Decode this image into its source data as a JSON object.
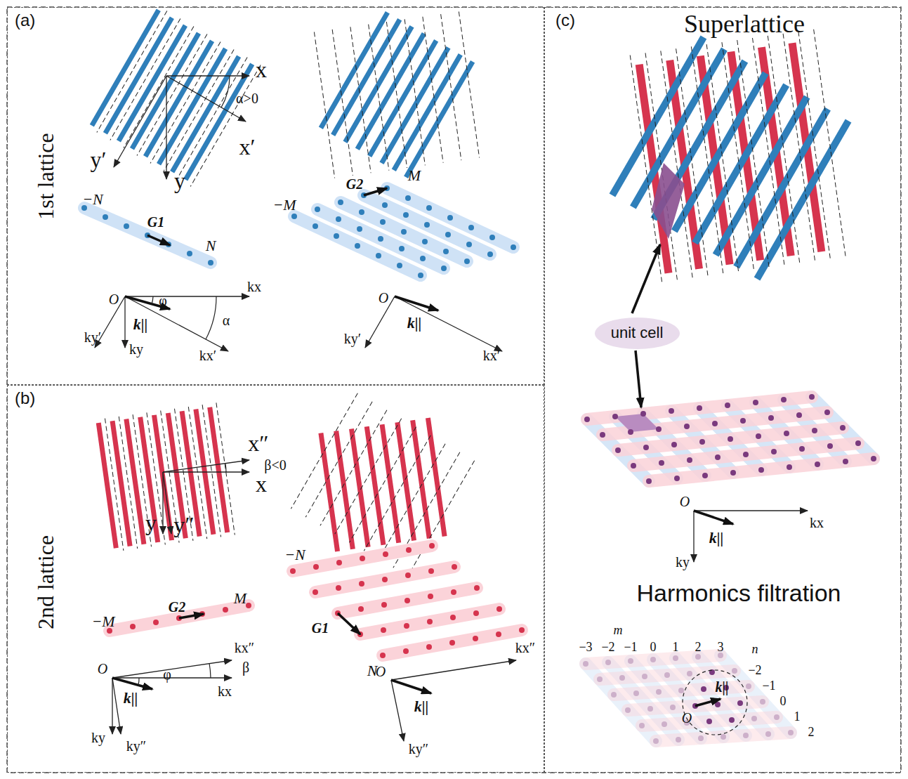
{
  "diagram": {
    "nodes": [
      {
        "text": [
          "(a)",
          "1st lattice"
        ]
      },
      {
        "text": [
          "(b)",
          "2nd lattice"
        ]
      },
      {
        "text": [
          "(c)"
        ]
      },
      {
        "text": [
          "unit cell"
        ],
        "in": 2
      }
    ],
    "labels": [
      "x",
      "α>0",
      "x′",
      "y′",
      "y",
      "−N",
      "G1",
      "N",
      "O",
      "φ",
      "k||",
      "kx",
      "α",
      "ky′",
      "ky",
      "kx′",
      "−M",
      "G2",
      "M",
      "O",
      "k||",
      "ky′",
      "kx′",
      "x″",
      "β<0",
      "x",
      "y",
      "y″",
      "−M",
      "G2",
      "M",
      "kx″",
      "β",
      "O",
      "φ",
      "k||",
      "kx",
      "ky",
      "ky″",
      "−N",
      "G1",
      "N",
      "kx″",
      "O",
      "k||",
      "ky″",
      "Superlattice",
      "O",
      "k||",
      "kx",
      "ky",
      "Harmonics filtration",
      "m",
      "−3",
      "−2",
      "−1",
      "0",
      "1",
      "2",
      "3",
      "n",
      "−2",
      "−1",
      "0",
      "1",
      "2",
      "O",
      "k||"
    ]
  }
}
